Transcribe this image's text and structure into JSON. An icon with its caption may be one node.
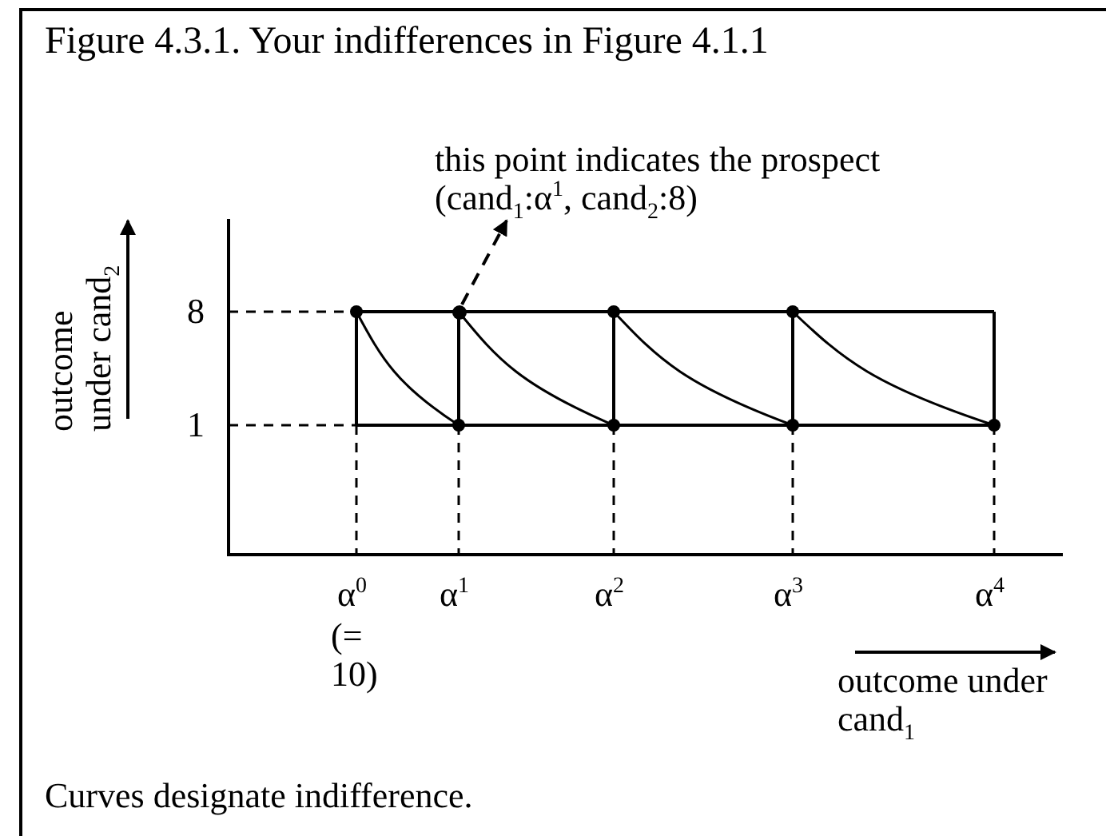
{
  "diagram": {
    "title": "Figure 4.3.1.  Your indifferences in Figure 4.1.1",
    "caption": "Curves designate indifference.",
    "nodes": [
      {
        "text": [
          "this point indicates the prospect (cand$_{1}$:α$^{1}$, cand$_{2}$:8)"
        ]
      },
      {
        "text": [],
        "shape": "circle"
      }
    ],
    "edges": [
      {
        "from": 1,
        "to": 0,
        "arrow": "to",
        "style": "dashed"
      }
    ],
    "labels": [
      "outcome under cand$_{2}$",
      "8",
      "1",
      "α$^{0}$",
      "α$^{1}$",
      "α$^{2}$",
      "α$^{3}$",
      "α$^{4}$",
      "(= 10)",
      "outcome under cand$_{1}$"
    ]
  }
}
